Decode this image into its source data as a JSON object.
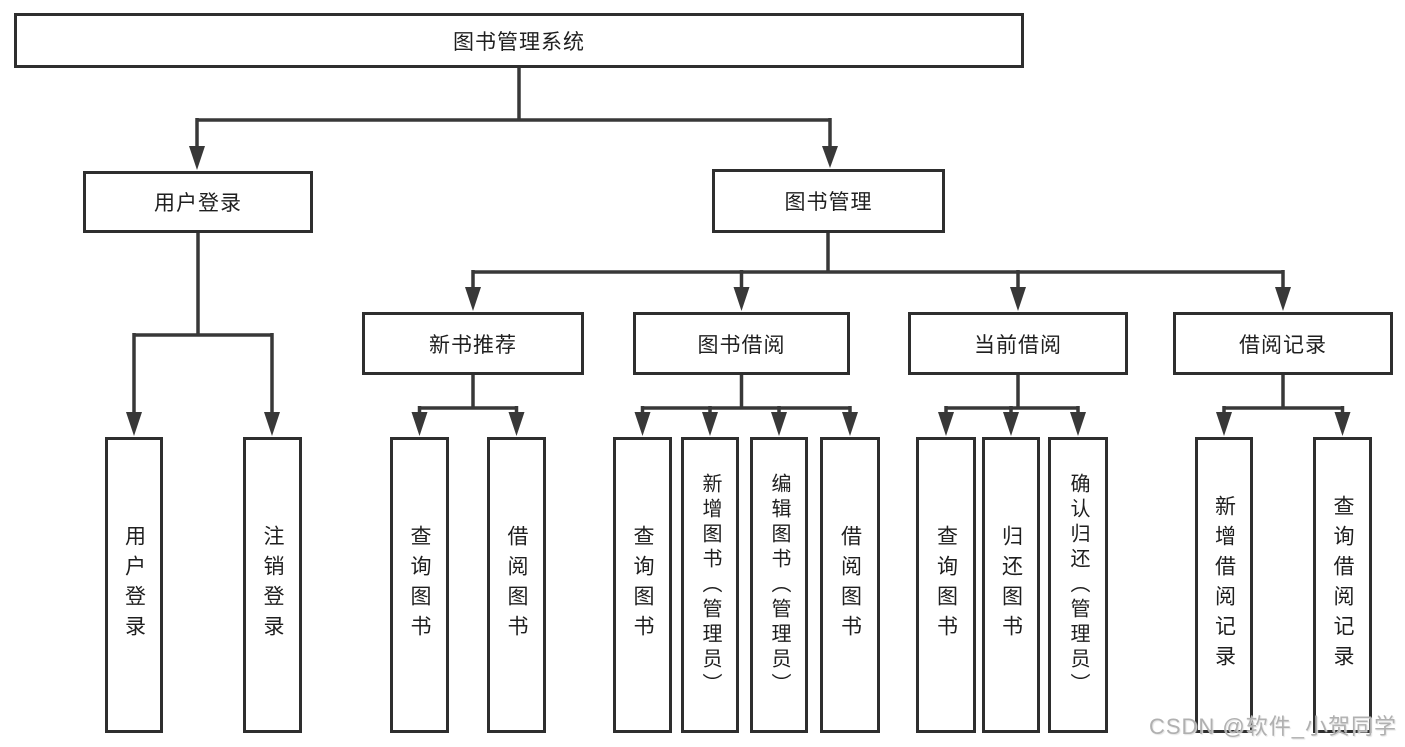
{
  "diagram": {
    "root": {
      "label": "图书管理系统"
    },
    "branches": [
      {
        "label": "用户登录",
        "children": [
          {
            "label": "用户登录"
          },
          {
            "label": "注销登录"
          }
        ]
      },
      {
        "label": "图书管理",
        "children": [
          {
            "label": "新书推荐",
            "children": [
              {
                "label": "查询图书"
              },
              {
                "label": "借阅图书"
              }
            ]
          },
          {
            "label": "图书借阅",
            "children": [
              {
                "label": "查询图书"
              },
              {
                "label": "新增图书（管理员）"
              },
              {
                "label": "编辑图书（管理员）"
              },
              {
                "label": "借阅图书"
              }
            ]
          },
          {
            "label": "当前借阅",
            "children": [
              {
                "label": "查询图书"
              },
              {
                "label": "归还图书"
              },
              {
                "label": "确认归还（管理员）"
              }
            ]
          },
          {
            "label": "借阅记录",
            "children": [
              {
                "label": "新增借阅记录"
              },
              {
                "label": "查询借阅记录"
              }
            ]
          }
        ]
      }
    ]
  },
  "watermark": {
    "text": "CSDN @软件_小贺同学"
  },
  "colors": {
    "line": "#383838",
    "box_border": "#2e2e2e",
    "text": "#1f1f1f",
    "watermark": "#b0b0b0",
    "background": "#ffffff"
  }
}
